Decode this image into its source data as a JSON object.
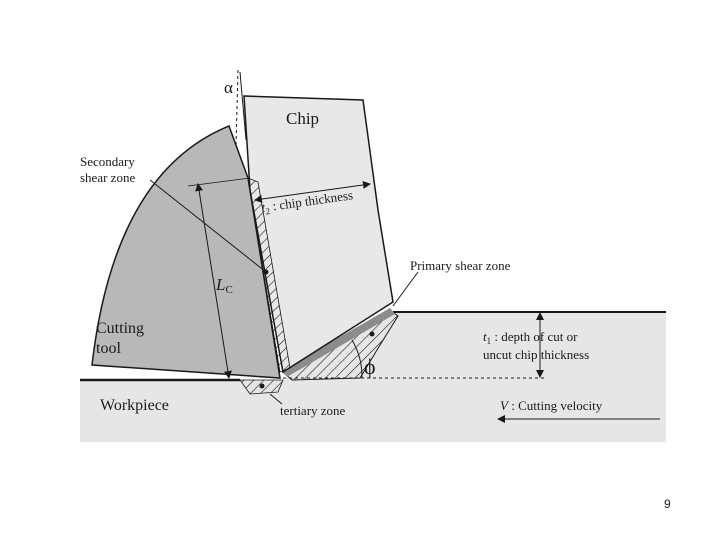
{
  "diagram": {
    "labels": {
      "alpha": "α",
      "chip": "Chip",
      "secondary_line1": "Secondary",
      "secondary_line2": "shear zone",
      "t2_symbol": "t",
      "t2_sub": "2",
      "t2_text": " : chip thickness",
      "primary": "Primary shear zone",
      "lc_symbol": "L",
      "lc_sub": "C",
      "cutting_line1": "Cutting",
      "cutting_line2": "tool",
      "t1_symbol": "t",
      "t1_sub": "1",
      "t1_text_line1": " : depth of cut or",
      "t1_text_line2": "uncut chip thickness",
      "phi": "ϕ",
      "workpiece": "Workpiece",
      "tertiary": "tertiary zone",
      "v_symbol": "V",
      "v_text": " : Cutting velocity"
    },
    "colors": {
      "workpiece_fill": "#e6e6e6",
      "tool_fill": "#b8b8b8",
      "chip_fill": "#e8e8e8",
      "primary_band": "#8c8c8c",
      "line": "#1a1a1a"
    }
  },
  "page_number": "9"
}
